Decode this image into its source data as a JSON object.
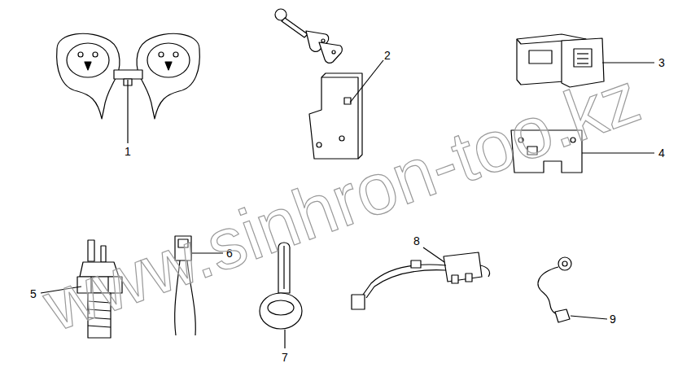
{
  "diagram": {
    "labels": [
      "1",
      "2",
      "3",
      "4",
      "5",
      "6",
      "7",
      "8",
      "9",
      "www.sinhron-too.kz"
    ]
  }
}
